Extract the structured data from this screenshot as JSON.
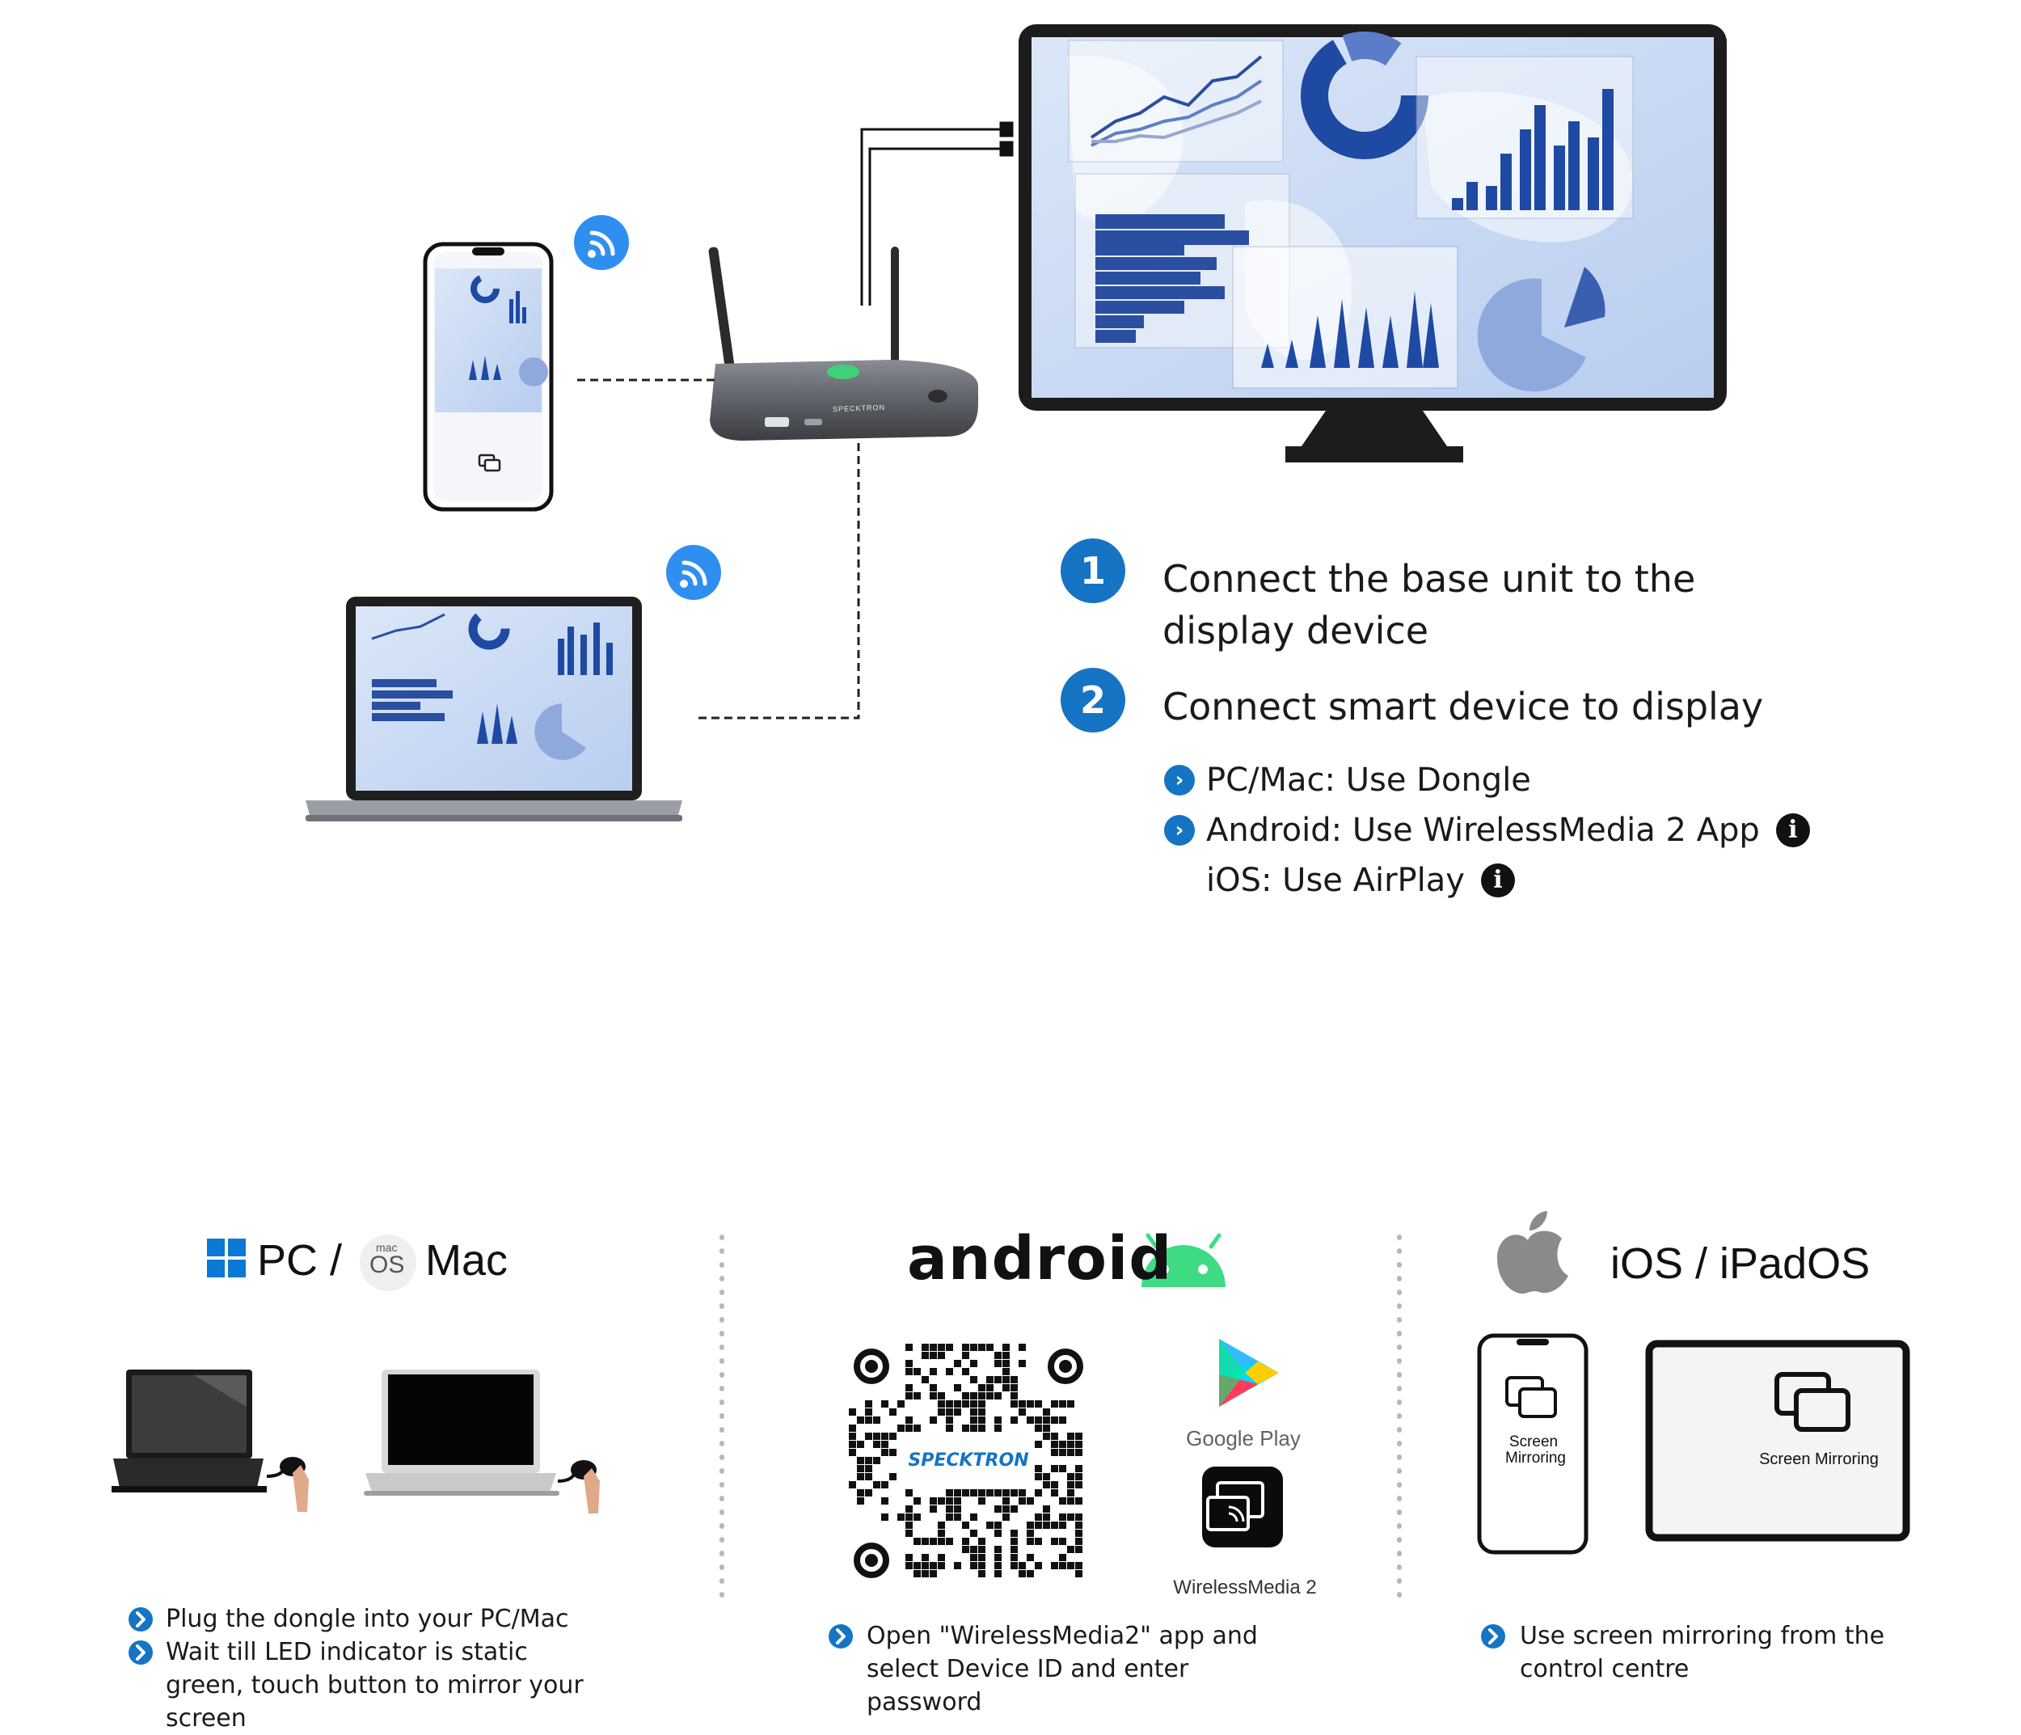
{
  "steps": [
    {
      "number": "1",
      "text": "Connect the base unit to the display device"
    },
    {
      "number": "2",
      "text": "Connect smart device to display"
    }
  ],
  "options": [
    {
      "text": "PC/Mac: Use Dongle",
      "chevron": true,
      "info": false
    },
    {
      "text": "Android: Use WirelessMedia 2 App",
      "chevron": true,
      "info": true
    },
    {
      "text": "iOS: Use AirPlay",
      "chevron": false,
      "info": true
    }
  ],
  "base_unit": {
    "brand": "SPECKTRON"
  },
  "panels": {
    "pc": {
      "title_pc": "PC /",
      "macos_small": "mac",
      "macos_big": "OS",
      "title_mac": "Mac",
      "notes": [
        "Plug the dongle into your PC/Mac",
        "Wait till LED indicator is static green, touch button to mirror your screen"
      ]
    },
    "android": {
      "title": "android",
      "qr_logo": "SPECKTRON",
      "store_label": "Google Play",
      "app_label": "WirelessMedia 2",
      "notes": [
        "Open \"WirelessMedia2\" app and select Device ID and enter password"
      ]
    },
    "ios": {
      "title": "iOS / iPadOS",
      "phone_label": "Screen Mirroring",
      "tablet_label": "Screen Mirroring",
      "notes": [
        "Use screen mirroring from the control centre"
      ]
    }
  },
  "colors": {
    "accent": "#1574c4",
    "android_green": "#3ddc84",
    "windows_blue": "#0a78d4",
    "wifi_blue": "#2f8ff0",
    "device_dark": "#222222",
    "screen_bg": "#c9d9f3",
    "chart_blue": "#2a4fa0"
  },
  "icons": [
    "wifi-icon",
    "chevron-right-icon",
    "info-icon",
    "windows-logo-icon",
    "android-robot-icon",
    "apple-logo-icon",
    "google-play-icon",
    "screen-mirroring-icon",
    "qr-code-icon"
  ]
}
